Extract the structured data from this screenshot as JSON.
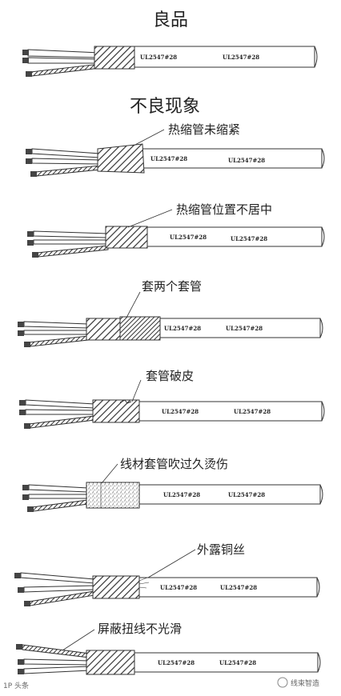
{
  "good_title": "良品",
  "bad_title": "不良现象",
  "cable_print": "UL2547#28",
  "defects": [
    {
      "label": "热缩管未缩紧"
    },
    {
      "label": "热缩管位置不居中"
    },
    {
      "label": "套两个套管"
    },
    {
      "label": "套管破皮"
    },
    {
      "label": "线材套管吹过久烫伤"
    },
    {
      "label": "外露铜丝"
    },
    {
      "label": "屏蔽扭线不光滑"
    }
  ],
  "watermark_right": "线束智造",
  "watermark_left": "1P 头条"
}
